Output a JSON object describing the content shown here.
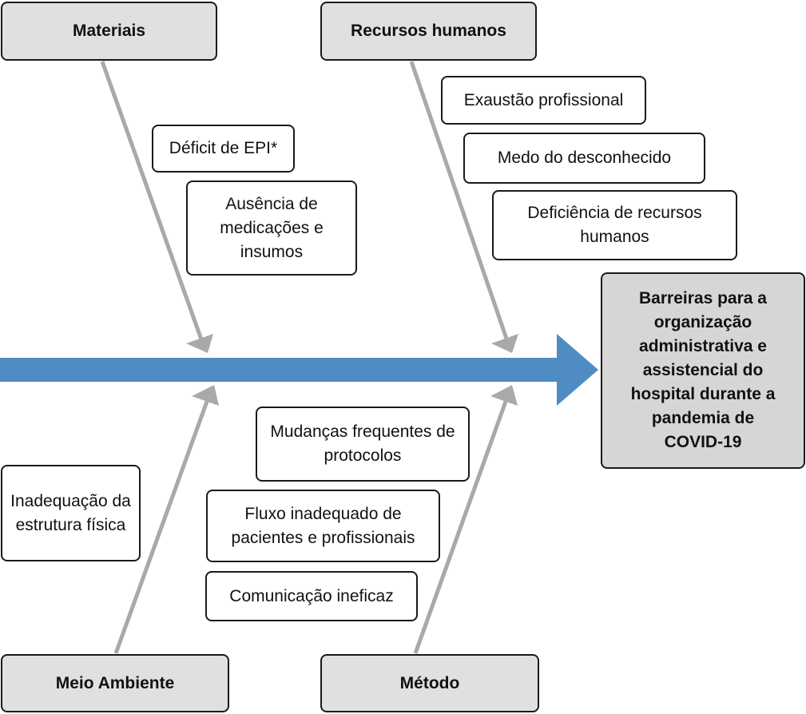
{
  "categories": {
    "materiais": "Materiais",
    "recursos_humanos": "Recursos humanos",
    "meio_ambiente": "Meio Ambiente",
    "metodo": "Método"
  },
  "causes": {
    "materiais": [
      "Déficit de EPI*",
      "Ausência de medicações e insumos"
    ],
    "recursos_humanos": [
      "Exaustão profissional",
      "Medo do desconhecido",
      "Deficiência de recursos humanos"
    ],
    "meio_ambiente": [
      "Inadequação da estrutura física"
    ],
    "metodo": [
      "Mudanças frequentes de protocolos",
      "Fluxo inadequado de pacientes e profissionais",
      "Comunicação ineficaz"
    ]
  },
  "effect": "Barreiras para a organização administrativa e assistencial do hospital durante a pandemia de COVID-19",
  "colors": {
    "spine": "#4f8cc3",
    "bone": "#a9a9a9",
    "category_fill": "#e0e0e0",
    "effect_fill": "#d6d6d6",
    "border": "#1a1a1a"
  }
}
